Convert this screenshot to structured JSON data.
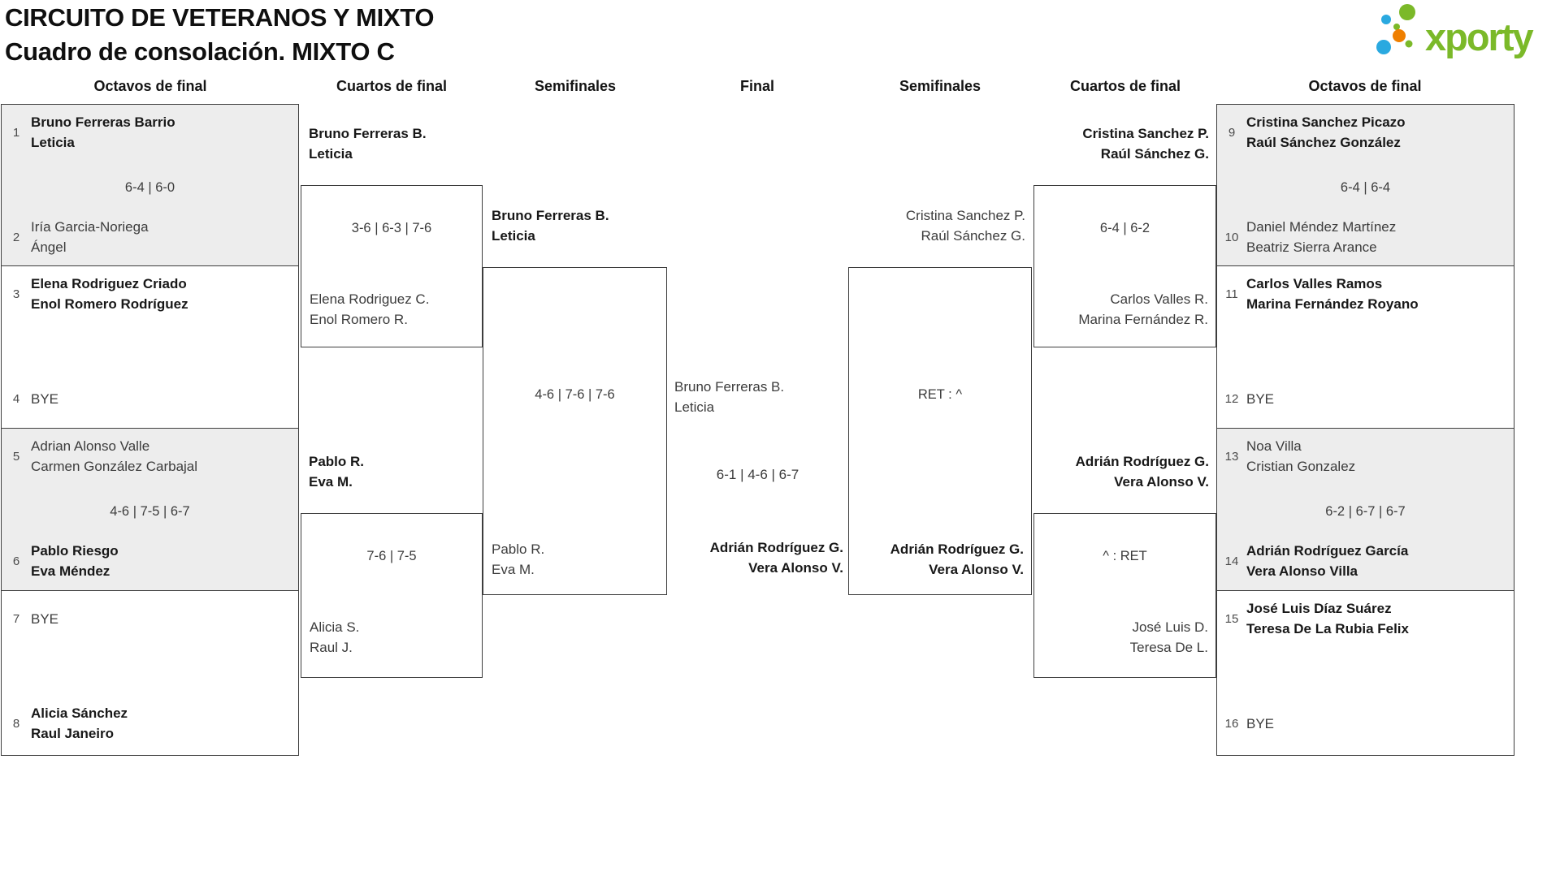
{
  "header": {
    "title_line1": "CIRCUITO DE VETERANOS Y MIXTO",
    "title_line2": "Cuadro de consolación. MIXTO C"
  },
  "logo": {
    "text": "xporty"
  },
  "brand_colors": {
    "logo_green": "#7bb929",
    "logo_blue": "#2aa9e0",
    "logo_orange": "#ef7f00",
    "box_border": "#3d3d3d",
    "shaded_box_fill": "#ededed"
  },
  "round_headers": [
    "Octavos de final",
    "Cuartos de final",
    "Semifinales",
    "Final",
    "Semifinales",
    "Cuartos de final",
    "Octavos de final"
  ],
  "r16_left": [
    {
      "seed_a": "1",
      "a1": "Bruno Ferreras Barrio",
      "a2": "Leticia",
      "score": "6-4 | 6-0",
      "seed_b": "2",
      "b1": "Iría Garcia-Noriega",
      "b2": "Ángel"
    },
    {
      "seed_a": "3",
      "a1": "Elena Rodriguez Criado",
      "a2": "Enol Romero Rodríguez",
      "score": "",
      "seed_b": "4",
      "b1": "BYE",
      "b2": ""
    },
    {
      "seed_a": "5",
      "a1": "Adrian Alonso Valle",
      "a2": "Carmen González Carbajal",
      "score": "4-6 | 7-5 | 6-7",
      "seed_b": "6",
      "b1": "Pablo Riesgo",
      "b2": "Eva Méndez"
    },
    {
      "seed_a": "7",
      "a1": "BYE",
      "a2": "",
      "score": "",
      "seed_b": "8",
      "b1": "Alicia Sánchez",
      "b2": "Raul Janeiro"
    }
  ],
  "r16_right": [
    {
      "seed_a": "9",
      "a1": "Cristina Sanchez Picazo",
      "a2": "Raúl Sánchez González",
      "score": "6-4 | 6-4",
      "seed_b": "10",
      "b1": "Daniel Méndez Martínez",
      "b2": "Beatriz Sierra Arance"
    },
    {
      "seed_a": "11",
      "a1": "Carlos Valles Ramos",
      "a2": "Marina Fernández Royano",
      "score": "",
      "seed_b": "12",
      "b1": "BYE",
      "b2": ""
    },
    {
      "seed_a": "13",
      "a1": "Noa Villa",
      "a2": "Cristian Gonzalez",
      "score": "6-2 | 6-7 | 6-7",
      "seed_b": "14",
      "b1": "Adrián Rodríguez García",
      "b2": "Vera Alonso Villa"
    },
    {
      "seed_a": "15",
      "a1": "José Luis Díaz Suárez",
      "a2": "Teresa De La Rubia Felix",
      "score": "",
      "seed_b": "16",
      "b1": "BYE",
      "b2": ""
    }
  ],
  "qf_left": [
    {
      "w1": "Bruno Ferreras B.",
      "w2": "Leticia",
      "score": "3-6 | 6-3 | 7-6",
      "l1": "Elena Rodriguez C.",
      "l2": "Enol Romero R."
    },
    {
      "w1": "Pablo R.",
      "w2": "Eva M.",
      "score": "7-6 | 7-5",
      "l1": "Alicia S.",
      "l2": "Raul J."
    }
  ],
  "qf_right": [
    {
      "w1": "Cristina Sanchez P.",
      "w2": "Raúl Sánchez G.",
      "score": "6-4 | 6-2",
      "l1": "Carlos Valles R.",
      "l2": "Marina Fernández R."
    },
    {
      "w1": "Adrián Rodríguez G.",
      "w2": "Vera Alonso V.",
      "score": "^ : RET",
      "l1": "José Luis D.",
      "l2": "Teresa De L."
    }
  ],
  "sf_left": {
    "w1": "Bruno Ferreras B.",
    "w2": "Leticia",
    "score": "4-6 | 7-6 | 7-6",
    "l1": "Pablo R.",
    "l2": "Eva M."
  },
  "sf_right": {
    "top1": "Cristina Sanchez P.",
    "top2": "Raúl Sánchez G.",
    "score": "RET : ^",
    "bot1": "Adrián Rodríguez G.",
    "bot2": "Vera Alonso V."
  },
  "final": {
    "left1": "Bruno Ferreras B.",
    "left2": "Leticia",
    "score": "6-1 | 4-6 | 6-7",
    "right1": "Adrián Rodríguez G.",
    "right2": "Vera Alonso V."
  }
}
